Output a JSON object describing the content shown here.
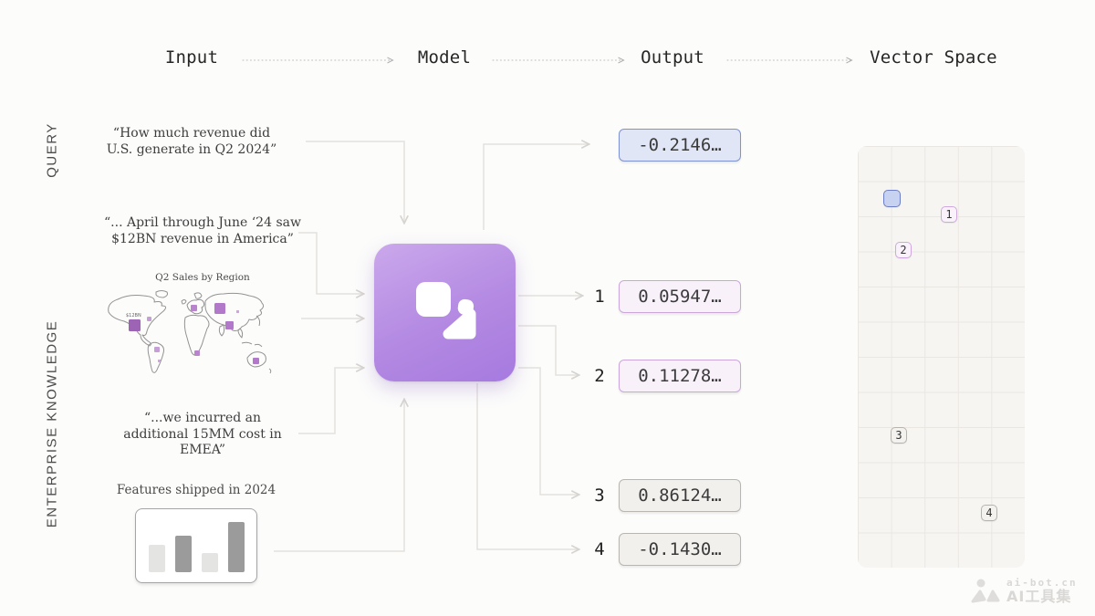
{
  "header": {
    "steps": [
      "Input",
      "Model",
      "Output",
      "Vector Space"
    ]
  },
  "side_labels": {
    "query": "QUERY",
    "enterprise": "ENTERPRISE KNOWLEDGE"
  },
  "inputs": {
    "query_quote": "“How much revenue did\nU.S. generate in Q2 2024”",
    "doc1_quote": "“... April through June ‘24 saw\n$12BN revenue in America”",
    "map": {
      "title": "Q2 Sales by Region",
      "annotation": "$12BN"
    },
    "doc3_quote": "“...we incurred an\nadditional 15MM cost in\nEMEA”",
    "features_chart": {
      "type": "bar",
      "title": "Features shipped in 2024",
      "bars": [
        {
          "height": 30,
          "tone": "light"
        },
        {
          "height": 40,
          "tone": "dark"
        },
        {
          "height": 21,
          "tone": "light"
        },
        {
          "height": 55,
          "tone": "dark"
        }
      ]
    }
  },
  "outputs": {
    "query": {
      "value": "-0.2146…"
    },
    "items": [
      {
        "label": "1",
        "value": "0.05947…"
      },
      {
        "label": "2",
        "value": "0.11278…"
      },
      {
        "label": "3",
        "value": "0.86124…"
      },
      {
        "label": "4",
        "value": "-0.1430…"
      }
    ]
  },
  "vector_space": {
    "points": [
      {
        "label": "",
        "kind": "query"
      },
      {
        "label": "1",
        "kind": "purple"
      },
      {
        "label": "2",
        "kind": "purple"
      },
      {
        "label": "3",
        "kind": "neutral"
      },
      {
        "label": "4",
        "kind": "neutral"
      }
    ]
  },
  "colors": {
    "model_gradient_from": "#cba8ec",
    "model_gradient_to": "#a67adf",
    "query_box_bg": "#e0e6f6",
    "query_box_border": "#7f93d2",
    "purple_box_bg": "#f8f1fa",
    "purple_box_border": "#cba6da",
    "neutral_box_bg": "#f2f0ed",
    "neutral_box_border": "#b9b6b1",
    "connector": "#e3e1dd",
    "grid_bg": "#f6f5f2"
  },
  "watermark": {
    "site": "ai-bot.cn",
    "name": "AI工具集"
  }
}
